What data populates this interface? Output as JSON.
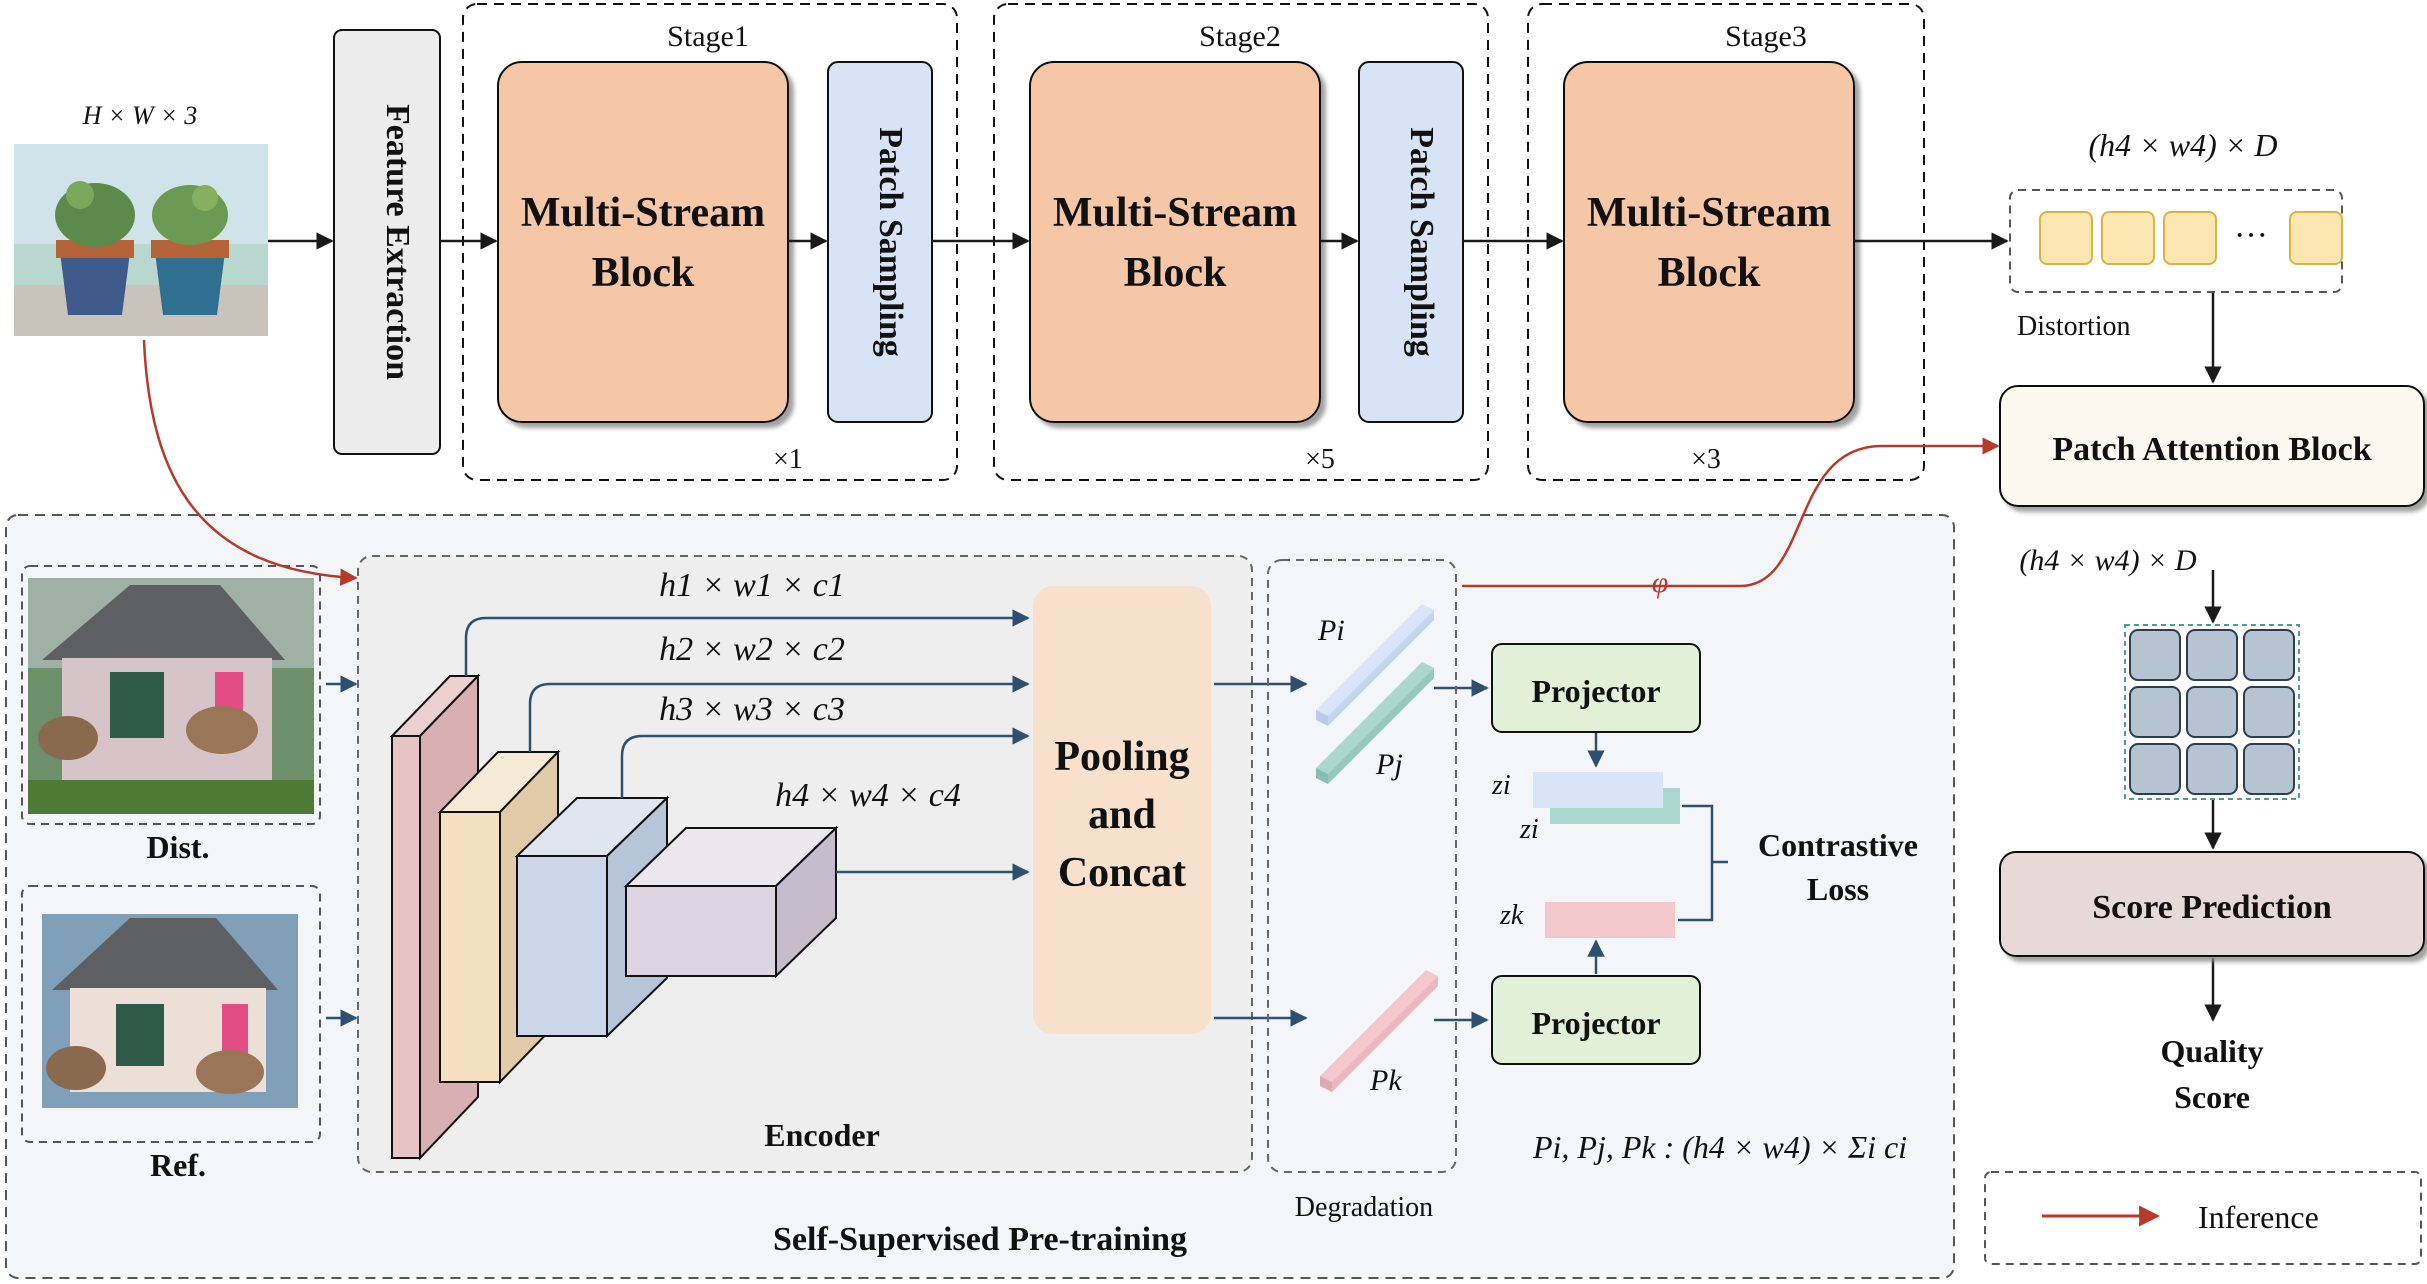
{
  "input": {
    "dims": "H × W × 3"
  },
  "feature_extraction": "Feature Extraction",
  "stages": [
    {
      "title": "Stage1",
      "block": [
        "Multi-Stream",
        "Block"
      ],
      "sampling": "Patch Sampling",
      "repeat": "×1"
    },
    {
      "title": "Stage2",
      "block": [
        "Multi-Stream",
        "Block"
      ],
      "sampling": "Patch Sampling",
      "repeat": "×5"
    },
    {
      "title": "Stage3",
      "block": [
        "Multi-Stream",
        "Block"
      ],
      "repeat": "×3"
    }
  ],
  "tokens": {
    "dims": "(h4 × w4) × D",
    "ellipsis": "···",
    "label": "Distortion"
  },
  "patch_attention": "Patch Attention Block",
  "attn_dims": "(h4 × w4) × D",
  "score_prediction": "Score Prediction",
  "quality_score": [
    "Quality",
    "Score"
  ],
  "pretrain": {
    "title": "Self-Supervised Pre-training",
    "dist_label": "Dist.",
    "ref_label": "Ref.",
    "encoder_label": "Encoder",
    "feature_dims": [
      "h1 × w1 × c1",
      "h2 × w2 × c2",
      "h3 × w3 × c3",
      "h4 × w4 × c4"
    ],
    "pooling": [
      "Pooling",
      "and",
      "Concat"
    ],
    "degradation": "Degradation",
    "p_labels": {
      "pi": "Pi",
      "pj": "Pj",
      "pk": "Pk"
    },
    "projector": "Projector",
    "z_labels": {
      "zi": "zi",
      "zi2": "zi",
      "zk": "zk"
    },
    "contrastive_loss": [
      "Contrastive",
      "Loss"
    ],
    "formula": "Pi, Pj, Pk : (h4 × w4) × Σi ci",
    "phi": "φ"
  },
  "legend": {
    "inference": "Inference"
  },
  "colors": {
    "arrow": "#1a1a1a",
    "inference_arrow": "#b53a2a",
    "encoder_arrow": "#2f4f6f",
    "msb": "#f6c7a6",
    "patch_sampling": "#d6e4f6",
    "feature_extraction": "#ececec",
    "patch_attention": "#fbf9ef",
    "score_prediction": "#e8d9d9",
    "projector": "#e3f0d8",
    "pooling": "#f7e0cc",
    "token": "#fbe6b2"
  }
}
